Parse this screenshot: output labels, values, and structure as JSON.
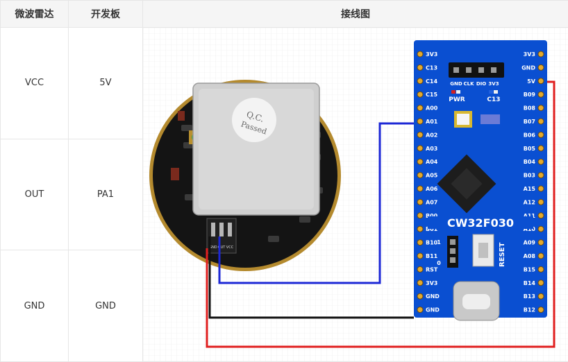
{
  "table": {
    "headers": [
      "微波雷达",
      "开发板",
      "接线图"
    ],
    "rows": [
      {
        "radar": "VCC",
        "board": "5V"
      },
      {
        "radar": "OUT",
        "board": "PA1"
      },
      {
        "radar": "GND",
        "board": "GND"
      }
    ]
  },
  "radar_module": {
    "shield_label_1": "Q.C.",
    "shield_label_2": "Passed",
    "pin_labels": [
      "GND",
      "OUT",
      "VCC"
    ]
  },
  "board": {
    "name": "CW32F030",
    "header_labels": [
      "GND",
      "CLK",
      "DIO",
      "3V3"
    ],
    "led_labels": [
      "PWR",
      "C13"
    ],
    "reset_label": "RESET",
    "jumper_labels": [
      "1",
      "0"
    ],
    "left_pins": [
      "3V3",
      "C13",
      "C14",
      "C15",
      "A00",
      "A01",
      "A02",
      "A03",
      "A04",
      "A05",
      "A06",
      "A07",
      "B00",
      "B01",
      "B10",
      "B11",
      "RST",
      "3V3",
      "GND",
      "GND"
    ],
    "right_pins": [
      "3V3",
      "GND",
      "5V",
      "B09",
      "B08",
      "B07",
      "B06",
      "B05",
      "B04",
      "B03",
      "A15",
      "A12",
      "A11",
      "A10",
      "A09",
      "A08",
      "B15",
      "B14",
      "B13",
      "B12"
    ]
  },
  "wires": [
    {
      "from": "VCC",
      "to": "5V",
      "color": "#e01f1f"
    },
    {
      "from": "OUT",
      "to": "A01",
      "color": "#1c27d6"
    },
    {
      "from": "GND",
      "to": "GND",
      "color": "#111111"
    }
  ],
  "colors": {
    "board": "#0a4fd1",
    "header_bg": "#f5f5f5",
    "radar_pcb": "#111111"
  }
}
